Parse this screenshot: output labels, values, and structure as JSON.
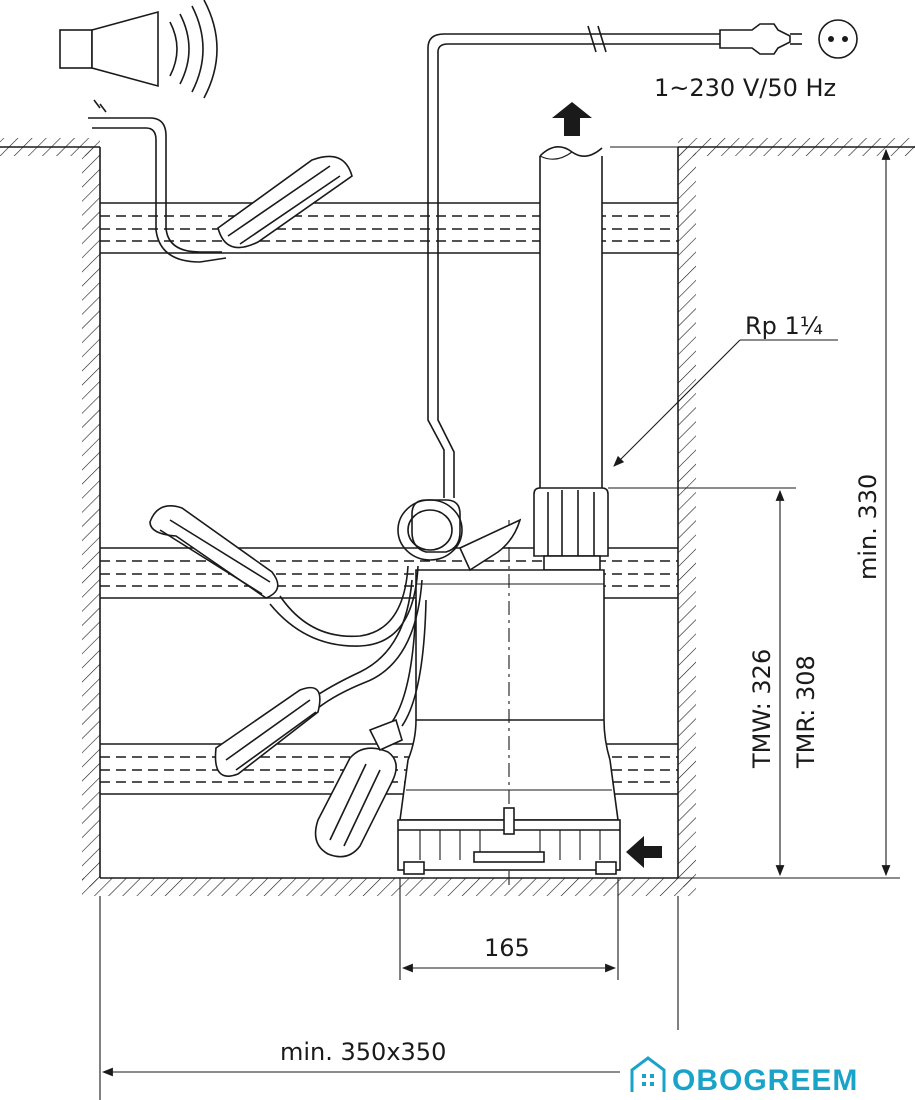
{
  "labels": {
    "voltage": "1~230 V/50 Hz",
    "thread": "Rp 1¼",
    "min_height": "min. 330",
    "tmw": "TMW: 326",
    "tmr": "TMR: 308",
    "width": "165",
    "shaft": "min. 350x350"
  },
  "brand": {
    "text": "OBOGREEM",
    "color": "#1aa3c8"
  },
  "icons": {
    "alarm": "alarm-horn-icon",
    "plug": "power-plug-icon",
    "socket": "wall-socket-icon",
    "outlet_arrow": "flow-up-arrow-icon",
    "inlet_arrow": "flow-in-arrow-icon",
    "brand_logo": "house-logo-icon"
  }
}
